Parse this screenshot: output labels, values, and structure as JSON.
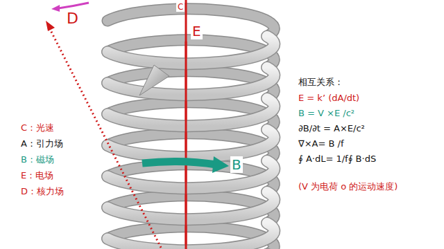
{
  "diagram": {
    "labels": [
      "C",
      "E",
      "D",
      "B",
      "C：光速",
      "A：引力场",
      "B：磁场",
      "E：电场",
      "D：核力场",
      "相互关系：",
      "E = k’ (dA/dt)",
      "B = V ×E /c²",
      "∂B/∂t = A×E/c²",
      "∇×A= B /f",
      "∮ A·dL= 1/f∮ B·dS",
      "(V 为电荷 o 的运动速度)"
    ]
  }
}
